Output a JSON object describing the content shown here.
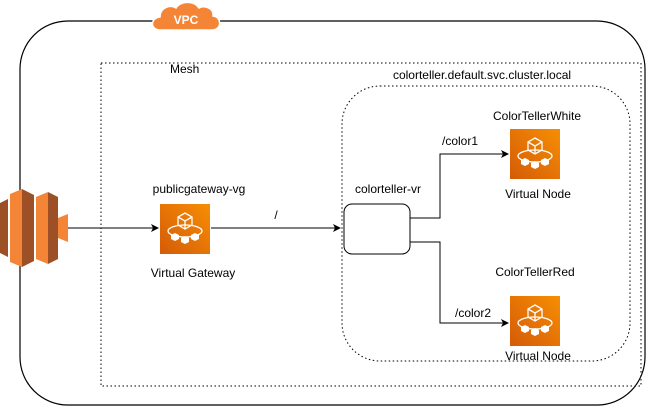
{
  "diagram": {
    "vpc_label": "VPC",
    "mesh_label": "Mesh",
    "cluster_label": "colorteller.default.svc.cluster.local",
    "gateway": {
      "name": "publicgateway-vg",
      "type": "Virtual Gateway"
    },
    "router": {
      "name": "colorteller-vr"
    },
    "routes": {
      "gateway_to_router": "/",
      "white": "/color1",
      "red": "/color2"
    },
    "nodes": [
      {
        "name": "ColorTellerWhite",
        "type": "Virtual Node"
      },
      {
        "name": "ColorTellerRed",
        "type": "Virtual Node"
      }
    ]
  },
  "colors": {
    "vpc_cloud": "#f58536",
    "service_icon_top": "#f78e04",
    "service_icon_bottom": "#d45b07",
    "alb_light": "#f58536",
    "alb_dark": "#9d5025",
    "line": "#000000"
  },
  "icons": {
    "vpc": "cloud-icon",
    "load_balancer": "elastic-load-balancing-icon",
    "gateway": "app-mesh-icon",
    "node": "app-mesh-icon"
  }
}
